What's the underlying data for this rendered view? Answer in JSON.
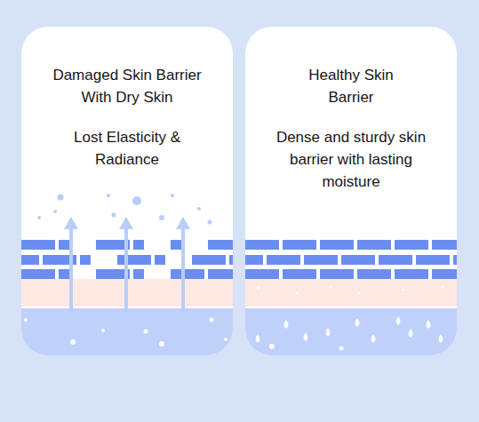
{
  "diagram": {
    "nodes": [
      {
        "text": [
          "Damaged Skin Barrier With Dry Skin",
          "Lost Elasticity & Radiance"
        ]
      },
      {
        "text": [
          "Healthy Skin Barrier",
          "Dense and sturdy skin barrier with lasting moisture"
        ]
      }
    ]
  }
}
